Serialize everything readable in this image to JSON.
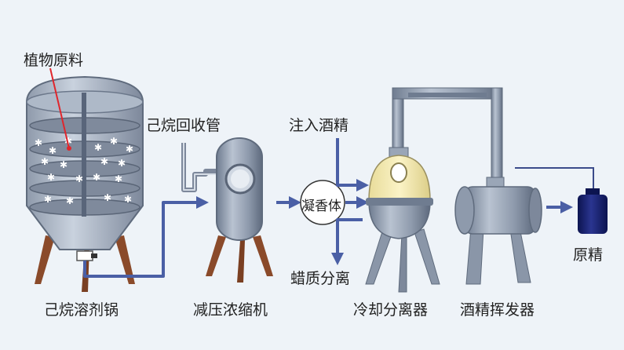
{
  "labels": {
    "raw_material": "植物原料",
    "hexane_pipe": "己烷回收管",
    "inject_alcohol": "注入酒精",
    "concrete": "凝香体",
    "wax_separation": "蜡质分离",
    "absolute": "原精"
  },
  "equipment": {
    "extraction_pot": "己烷溶剂锅",
    "concentrator": "减压浓缩机",
    "separator": "冷却分离器",
    "evaporator": "酒精挥发器"
  },
  "colors": {
    "background": "#eef3f8",
    "pipe": "#4a5fa5",
    "steel": "#8a96a8",
    "legs": "#8a4a2a",
    "separator_top": "#f3e8ae",
    "bottle": "#15206a",
    "pointer": "#e0262c"
  }
}
